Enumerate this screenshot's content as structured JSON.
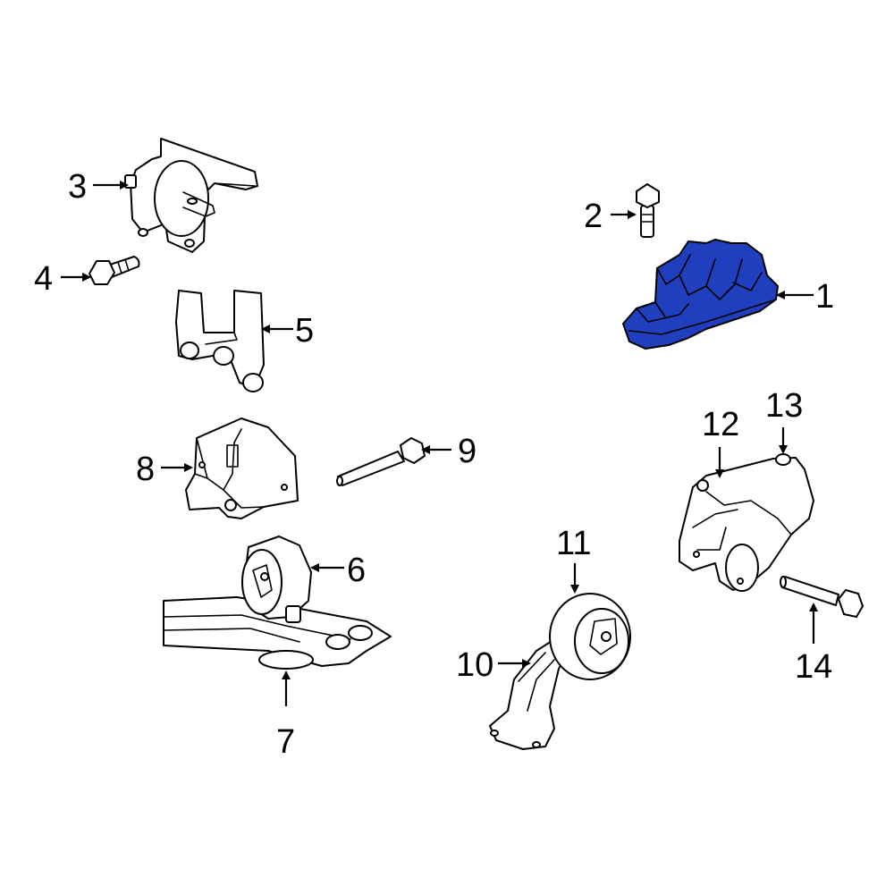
{
  "highlight_color": "#1f3fbf",
  "callouts": {
    "c1": "1",
    "c2": "2",
    "c3": "3",
    "c4": "4",
    "c5": "5",
    "c6": "6",
    "c7": "7",
    "c8": "8",
    "c9": "9",
    "c10": "10",
    "c11": "11",
    "c12": "12",
    "c13": "13",
    "c14": "14"
  }
}
